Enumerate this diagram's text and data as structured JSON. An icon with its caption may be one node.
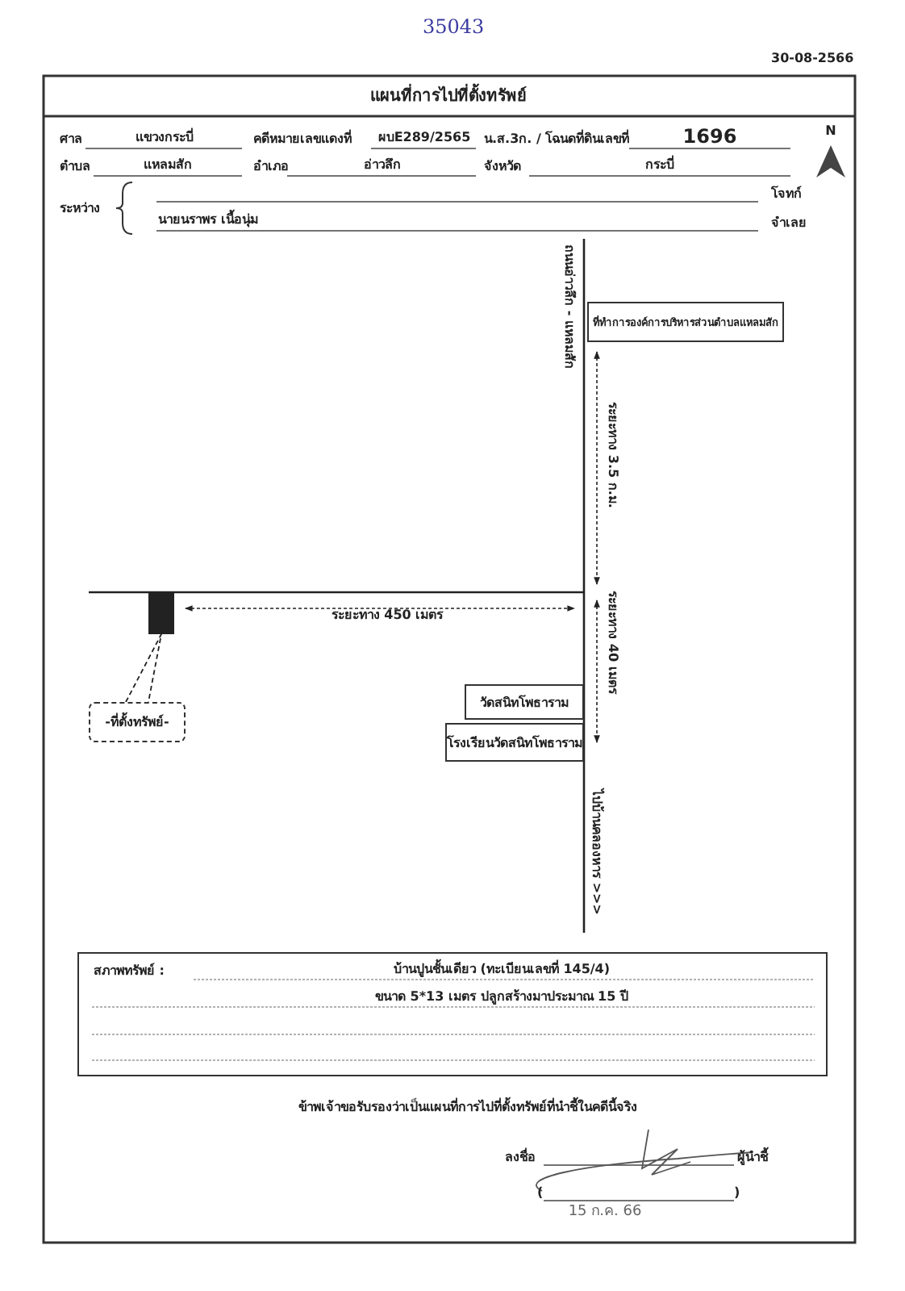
{
  "diagram": {
    "title": "แผนที่การไปที่ตั้งทรัพย์",
    "nodes": [
      {
        "text": [
          "ที่ทำการองค์การบริหารส่วนตำบลแหลมสัก"
        ]
      },
      {
        "text": [
          "วัดสนิทโพธาราม"
        ]
      },
      {
        "text": [
          "โรงเรียนวัดสนิทโพธาราม"
        ]
      },
      {
        "text": [
          "-ที่ตั้งทรัพย์-"
        ]
      },
      {
        "text": [],
        "shape": "box"
      },
      {
        "text": [
          "สภาพทรัพย์ :",
          "บ้านปูนชั้นเดียว (ทะเบียนเลขที่ 145/4)",
          "ขนาด 5*13 เมตร ปลูกสร้างมาประมาณ 15 ปี"
        ]
      }
    ],
    "edges": [
      {
        "from": 3,
        "to": 4,
        "arrow": "none",
        "style": "dashed"
      }
    ],
    "labels": [
      "35043",
      "30-08-2566",
      "ศาล",
      "แขวงกระบี่",
      "คดีหมายเลขแดงที่",
      "ผบE289/2565",
      "น.ส.3ก. / โฉนดที่ดินเลขที่",
      "1696",
      "N",
      "ตำบล",
      "แหลมสัก",
      "อำเภอ",
      "อ่าวลึก",
      "จังหวัด",
      "กระบี่",
      "ระหว่าง",
      "โจทก์",
      "นายนราพร เนื้อนุ่ม",
      "จำเลย",
      "ถนนอ่าวลึก - แหลมสัก",
      "ระยะทาง 3.5 ก.ม.",
      "ระยะทาง 450 เมตร",
      "ระยะทาง 40 เมตร",
      "ไปบ้านคลองหาร >>>",
      "ข้าพเจ้าขอรับรองว่าเป็นแผนที่การไปที่ตั้งทรัพย์ที่นำชี้ในคดีนี้จริง",
      "ลงชื่อ",
      "ผู้นำชี้",
      "(",
      ")",
      "15 ก.ค. 66"
    ]
  }
}
